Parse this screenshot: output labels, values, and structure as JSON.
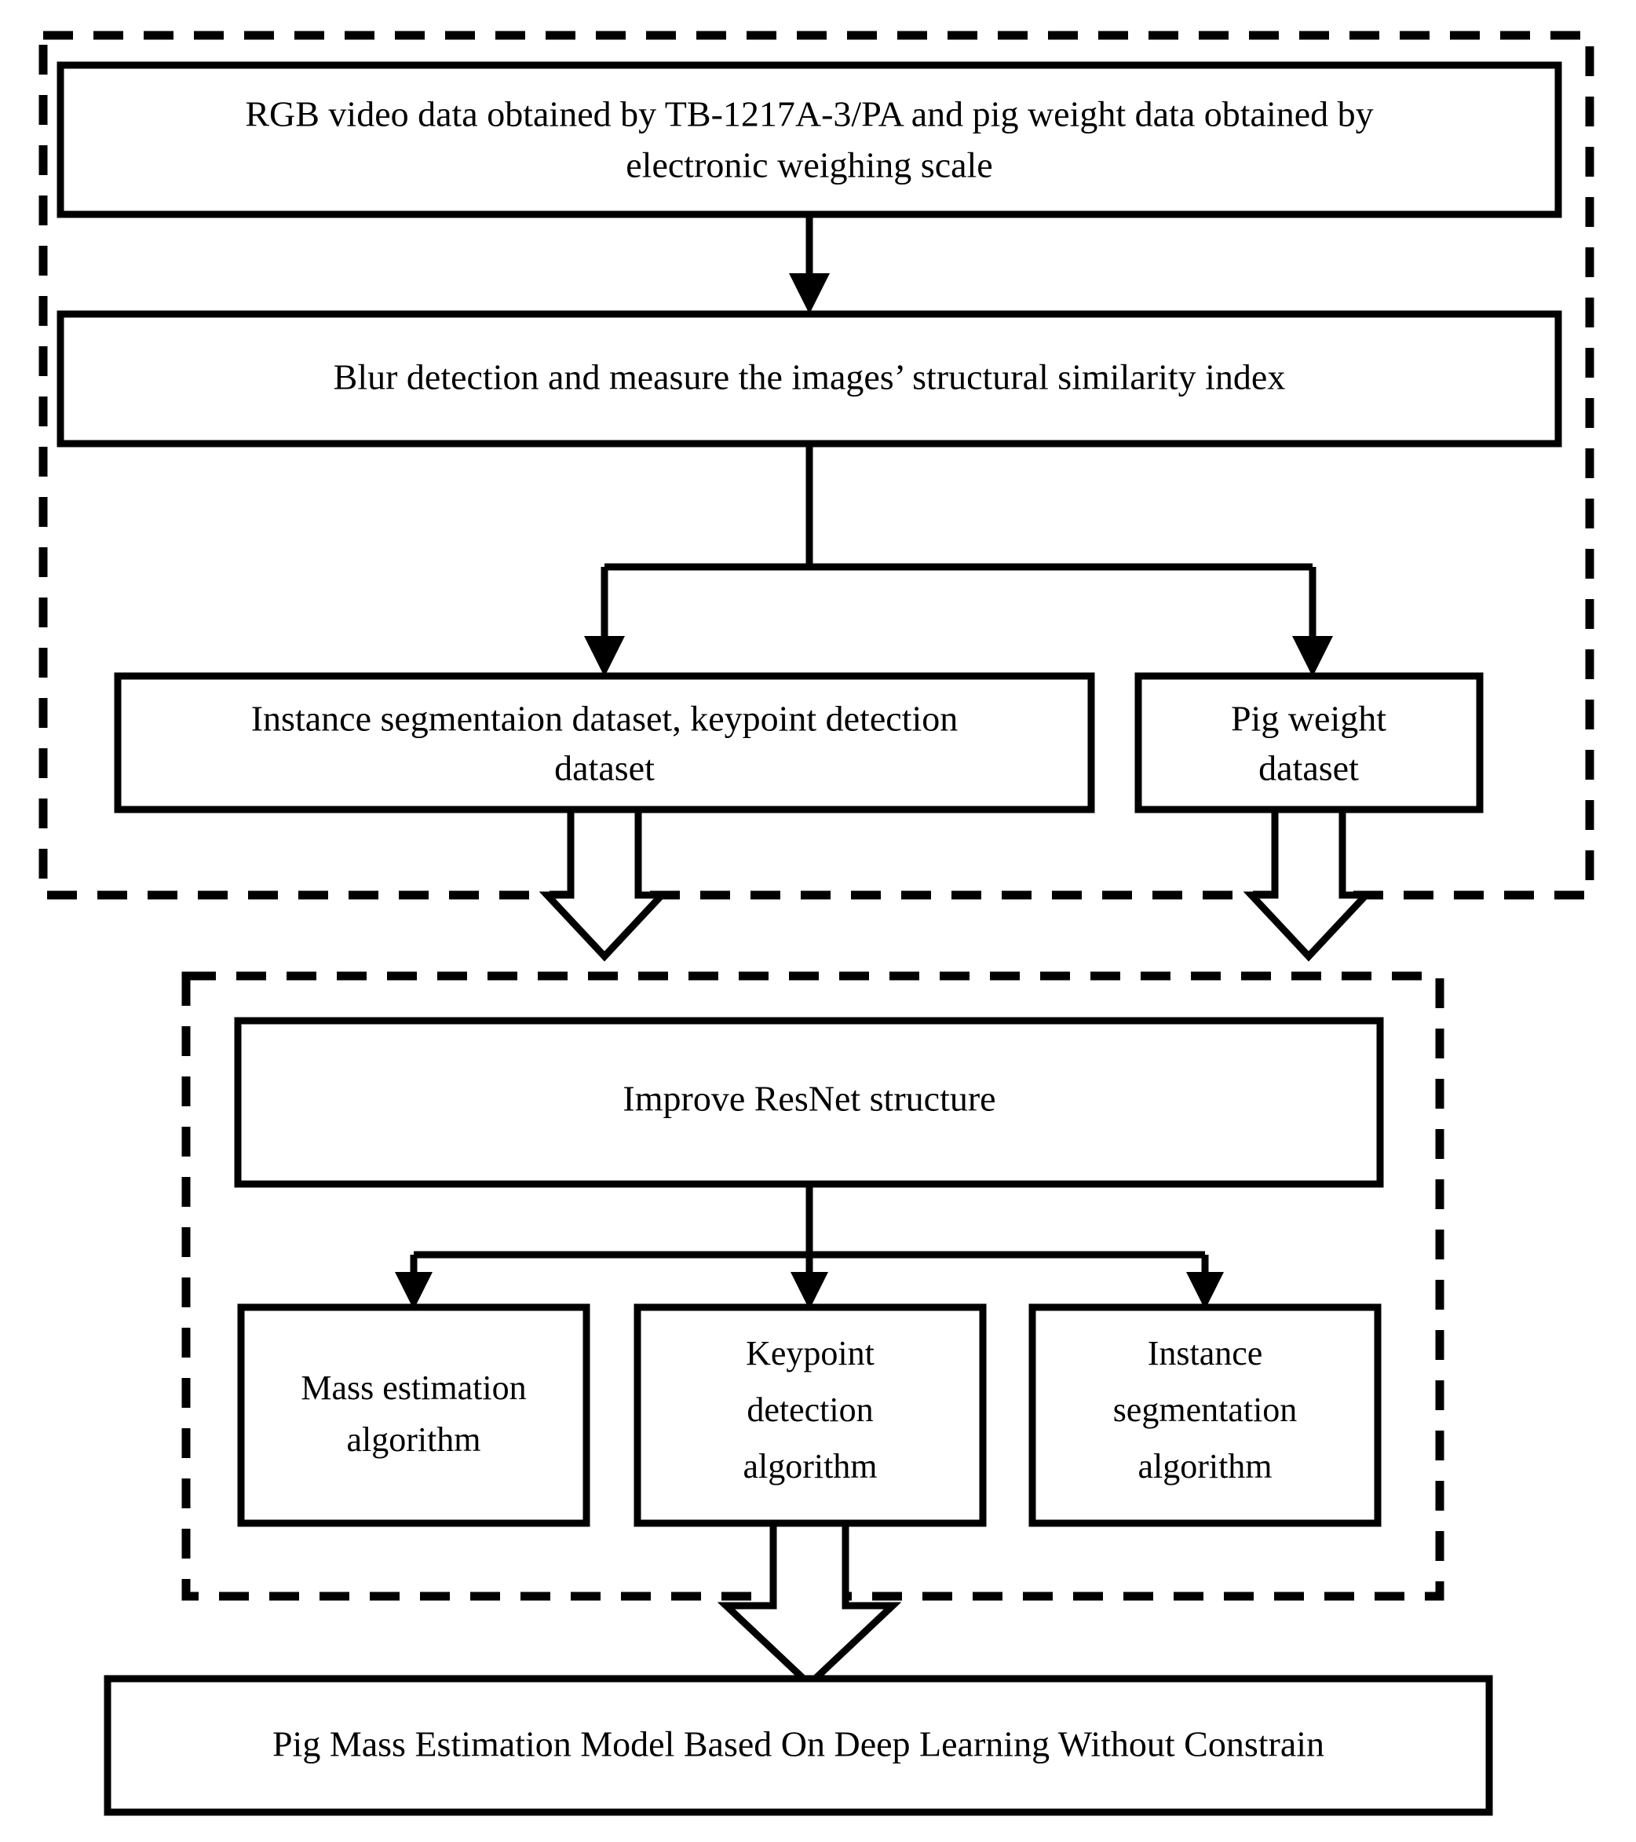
{
  "diagram": {
    "title": "Pig mass estimation pipeline flowchart",
    "colors": {
      "stroke": "#000000",
      "fill": "#ffffff"
    },
    "groups": [
      {
        "id": "data-acquisition-group",
        "style": "dashed"
      },
      {
        "id": "model-group",
        "style": "dashed"
      }
    ],
    "nodes": {
      "source": {
        "id": "source-box",
        "lines": [
          "RGB video data obtained by TB-1217A-3/PA and pig weight data obtained by",
          "electronic weighing scale"
        ]
      },
      "blur": {
        "id": "blur-box",
        "lines": [
          "Blur detection and measure the images’ structural similarity index"
        ]
      },
      "seg_dataset": {
        "id": "instance-segmentation-dataset-box",
        "lines": [
          "Instance segmentaion dataset, keypoint detection",
          "dataset"
        ]
      },
      "weight_dataset": {
        "id": "pig-weight-dataset-box",
        "lines": [
          "Pig weight",
          "dataset"
        ]
      },
      "resnet": {
        "id": "improve-resnet-box",
        "lines": [
          "Improve ResNet structure"
        ]
      },
      "mass_alg": {
        "id": "mass-estimation-algorithm-box",
        "lines": [
          "Mass estimation",
          "algorithm"
        ]
      },
      "keypoint_alg": {
        "id": "keypoint-detection-algorithm-box",
        "lines": [
          "Keypoint",
          "detection",
          "algorithm"
        ]
      },
      "instance_alg": {
        "id": "instance-segmentation-algorithm-box",
        "lines": [
          "Instance",
          "segmentation",
          "algorithm"
        ]
      },
      "result": {
        "id": "result-box",
        "lines": [
          "Pig Mass Estimation Model Based On Deep Learning Without Constrain"
        ]
      }
    },
    "connectors": [
      {
        "id": "source-to-blur",
        "kind": "line-arrow"
      },
      {
        "id": "blur-to-seg-dataset",
        "kind": "line-arrow"
      },
      {
        "id": "blur-to-weight-dataset",
        "kind": "line-arrow"
      },
      {
        "id": "seg-dataset-to-model-group",
        "kind": "block-arrow"
      },
      {
        "id": "weight-dataset-to-model-group",
        "kind": "block-arrow"
      },
      {
        "id": "resnet-to-mass-alg",
        "kind": "line-arrow"
      },
      {
        "id": "resnet-to-keypoint-alg",
        "kind": "line-arrow"
      },
      {
        "id": "resnet-to-instance-alg",
        "kind": "line-arrow"
      },
      {
        "id": "algorithms-to-result",
        "kind": "block-arrow"
      }
    ]
  }
}
